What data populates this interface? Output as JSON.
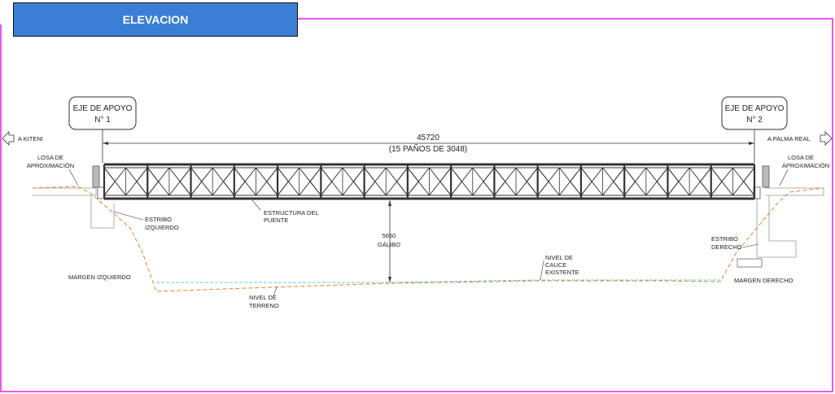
{
  "title": "ELEVACION",
  "colors": {
    "frame": "#ee55ee",
    "title_bg": "#3a7fd5",
    "terrain": "#e8812a",
    "water": "#33bbdd",
    "truss": "#333333"
  },
  "support_left": {
    "line1": "EJE DE APOYO",
    "line2": "N° 1"
  },
  "support_right": {
    "line1": "EJE DE APOYO",
    "line2": "N° 2"
  },
  "span": {
    "length": "45720",
    "detail": "(15 PAÑOS DE 3048)"
  },
  "truss_panels": 15,
  "direction_left": "A KITENI",
  "direction_right": "A PALMA REAL",
  "slab_left": {
    "line1": "LOSA DE",
    "line2": "APROXIMACIÓN"
  },
  "slab_right": {
    "line1": "LOSA DE",
    "line2": "APROXIMACIÓN"
  },
  "abutment_left": {
    "line1": "ESTRIBO",
    "line2": "IZQUIERDO"
  },
  "abutment_right": {
    "line1": "ESTRIBO",
    "line2": "DERECHO"
  },
  "structure": {
    "line1": "ESTRUCTURA DEL",
    "line2": "PUENTE"
  },
  "clearance": {
    "value": "5650",
    "label": "GÁLIBO"
  },
  "river_level": {
    "line1": "NIVEL DE",
    "line2": "CAUCE",
    "line3": "EXISTENTE"
  },
  "ground_level": {
    "line1": "NIVEL DE",
    "line2": "TERRENO"
  },
  "bank_left": "MARGEN IZQUIERDO",
  "bank_right": "MARGEN DERECHO"
}
